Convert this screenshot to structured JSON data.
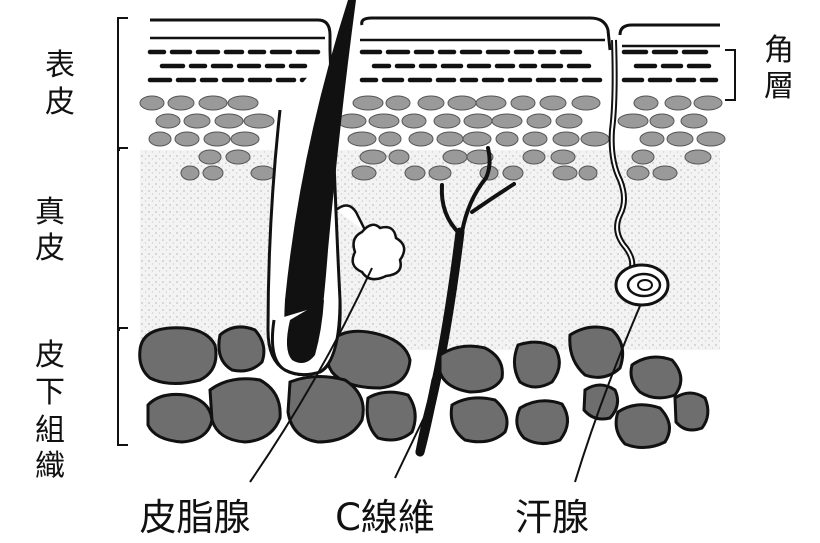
{
  "labels": {
    "epidermis": [
      "表",
      "皮"
    ],
    "dermis": [
      "真",
      "皮"
    ],
    "subcutaneous": [
      "皮",
      "下",
      "組",
      "織"
    ],
    "stratum_corneum": [
      "角",
      "層"
    ],
    "sebaceous_gland": "皮脂腺",
    "c_fiber": "C線維",
    "sweat_gland": "汗腺"
  },
  "colors": {
    "ink": "#111111",
    "fat_fill": "#6e6e6e",
    "cell_fill": "#9a9a9a",
    "dermis_tint": "#ececec"
  }
}
